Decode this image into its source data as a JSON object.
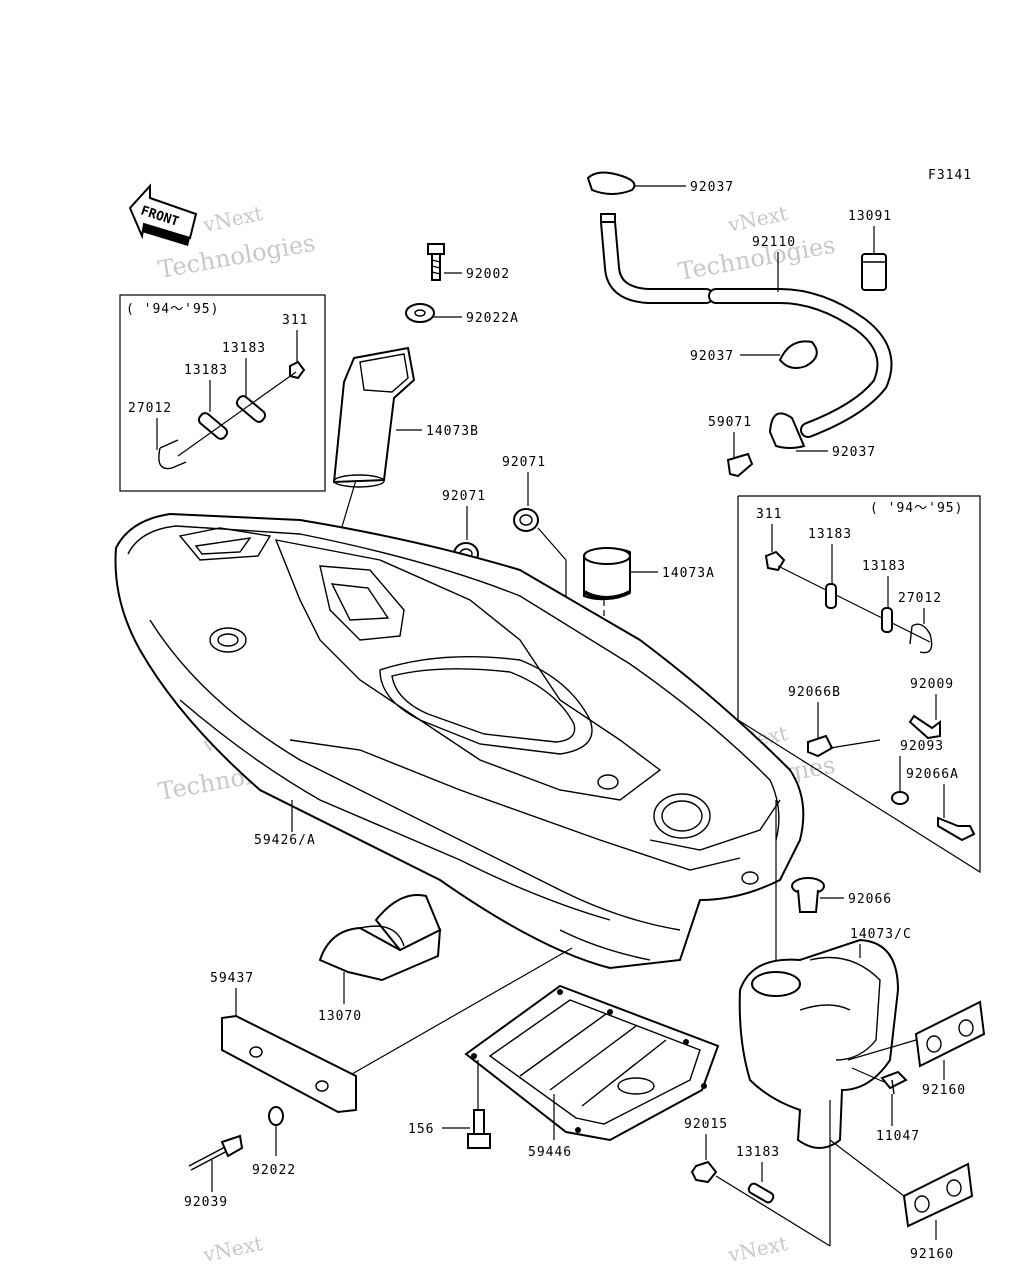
{
  "diagram_code": "F3141",
  "front_label": "FRONT",
  "inset_date": "( '94～'95)",
  "watermark": [
    "vNext",
    "Technologies"
  ],
  "labels": {
    "p92037a": "92037",
    "p13091": "13091",
    "p92110": "92110",
    "p92002": "92002",
    "p92022A": "92022A",
    "p311a": "311",
    "p13183a": "13183",
    "p13183b": "13183",
    "p27012a": "27012",
    "p14073B": "14073B",
    "p92037b": "92037",
    "p59071": "59071",
    "p92037c": "92037",
    "p92071a": "92071",
    "p92071b": "92071",
    "p14073A": "14073A",
    "p311b": "311",
    "p13183c": "13183",
    "p13183d": "13183",
    "p27012b": "27012",
    "p92066B": "92066B",
    "p92009": "92009",
    "p92093": "92093",
    "p92066A": "92066A",
    "p59426A": "59426/A",
    "p92066": "92066",
    "p14073C": "14073/C",
    "p59437": "59437",
    "p13070": "13070",
    "p156": "156",
    "p59446": "59446",
    "p92160a": "92160",
    "p11047": "11047",
    "p92015": "92015",
    "p13183e": "13183",
    "p92022": "92022",
    "p92039": "92039",
    "p92160b": "92160"
  },
  "colors": {
    "line": "#000000",
    "watermark": "#c8c8c8",
    "background": "#ffffff"
  }
}
